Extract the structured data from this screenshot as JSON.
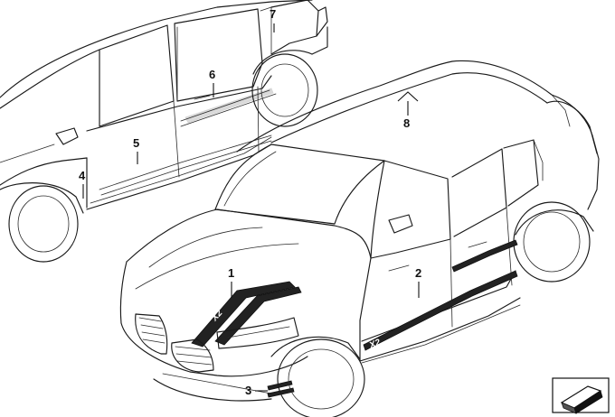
{
  "callouts": [
    {
      "id": "1"
    },
    {
      "id": "2"
    },
    {
      "id": "3"
    },
    {
      "id": "4"
    },
    {
      "id": "5"
    },
    {
      "id": "6"
    },
    {
      "id": "7"
    },
    {
      "id": "8"
    }
  ],
  "decal_text": "X2",
  "icons": {
    "corner": "view-orientation-icon"
  }
}
